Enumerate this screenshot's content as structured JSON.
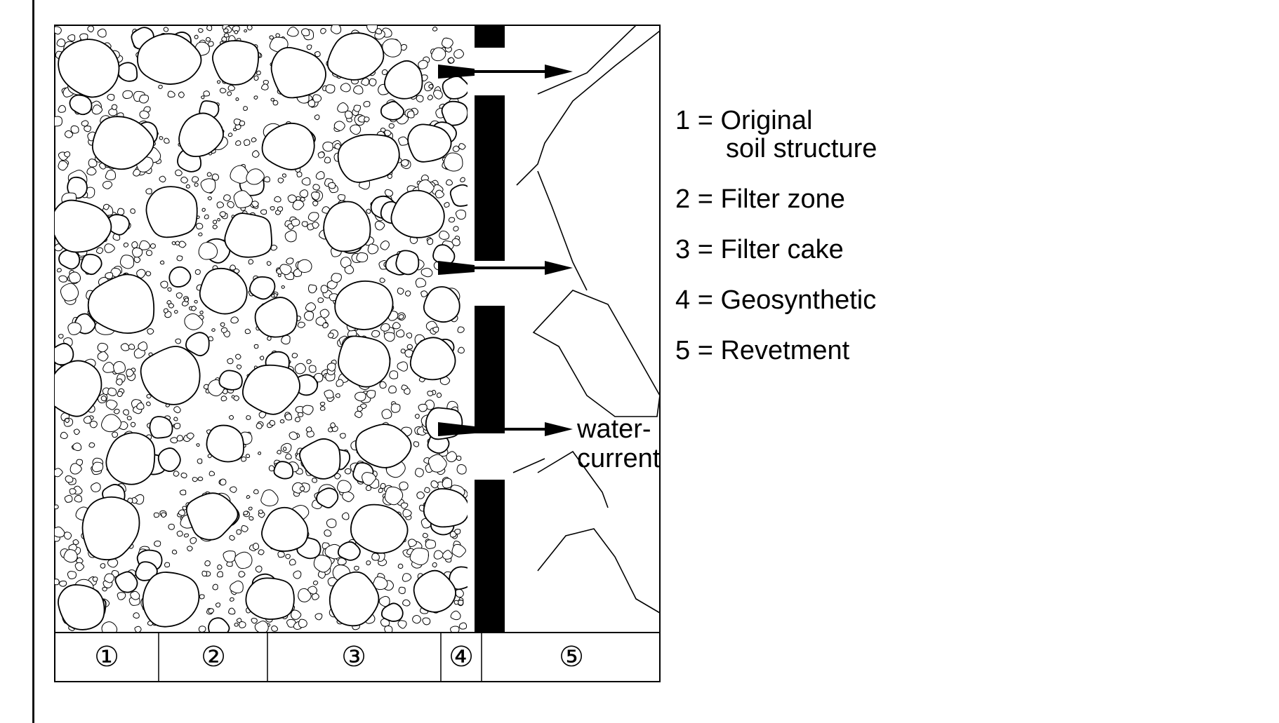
{
  "diagram": {
    "zone_numbers": [
      "①",
      "②",
      "③",
      "④",
      "⑤"
    ],
    "flow_label_line1": "water-",
    "flow_label_line2": "current",
    "legend": [
      {
        "key": "1 = ",
        "line1": "Original",
        "line2": "soil structure"
      },
      {
        "key": "2 = ",
        "line1": "Filter zone"
      },
      {
        "key": "3 = ",
        "line1": "Filter cake"
      },
      {
        "key": "4 = ",
        "line1": "Geosynthetic"
      },
      {
        "key": "5 = ",
        "line1": "Revetment"
      }
    ]
  }
}
